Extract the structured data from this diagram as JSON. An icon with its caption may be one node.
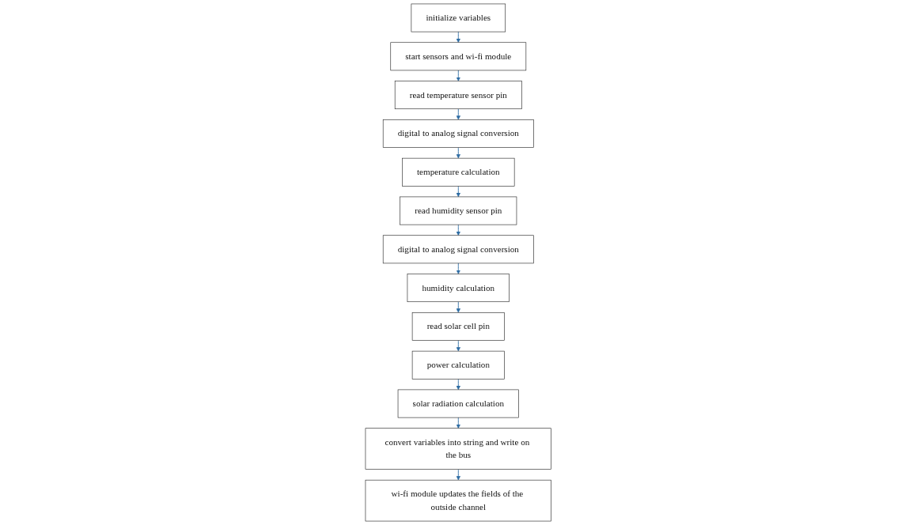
{
  "diagram": {
    "nodes": [
      {
        "text": [
          "initialize variables"
        ]
      },
      {
        "text": [
          "start sensors and wi-fi module"
        ]
      },
      {
        "text": [
          "read temperature sensor pin"
        ]
      },
      {
        "text": [
          "digital to analog signal conversion"
        ]
      },
      {
        "text": [
          "temperature calculation"
        ]
      },
      {
        "text": [
          "read humidity sensor pin"
        ]
      },
      {
        "text": [
          "digital to analog signal conversion"
        ]
      },
      {
        "text": [
          "humidity calculation"
        ]
      },
      {
        "text": [
          "read solar cell pin"
        ]
      },
      {
        "text": [
          "power calculation"
        ]
      },
      {
        "text": [
          "solar radiation calculation"
        ]
      },
      {
        "text": [
          "convert variables into string and write on the bus"
        ]
      },
      {
        "text": [
          "wi-fi module updates the fields of the outside channel"
        ]
      }
    ],
    "edges": [
      {
        "from": 0,
        "to": 1,
        "arrow": "to"
      },
      {
        "from": 1,
        "to": 2,
        "arrow": "to"
      },
      {
        "from": 2,
        "to": 3,
        "arrow": "to"
      },
      {
        "from": 3,
        "to": 4,
        "arrow": "to"
      },
      {
        "from": 4,
        "to": 5,
        "arrow": "to"
      },
      {
        "from": 5,
        "to": 6,
        "arrow": "to"
      },
      {
        "from": 6,
        "to": 7,
        "arrow": "to"
      },
      {
        "from": 7,
        "to": 8,
        "arrow": "to"
      },
      {
        "from": 8,
        "to": 9,
        "arrow": "to"
      },
      {
        "from": 9,
        "to": 10,
        "arrow": "to"
      },
      {
        "from": 10,
        "to": 11,
        "arrow": "to"
      },
      {
        "from": 11,
        "to": 12,
        "arrow": "to"
      }
    ]
  }
}
